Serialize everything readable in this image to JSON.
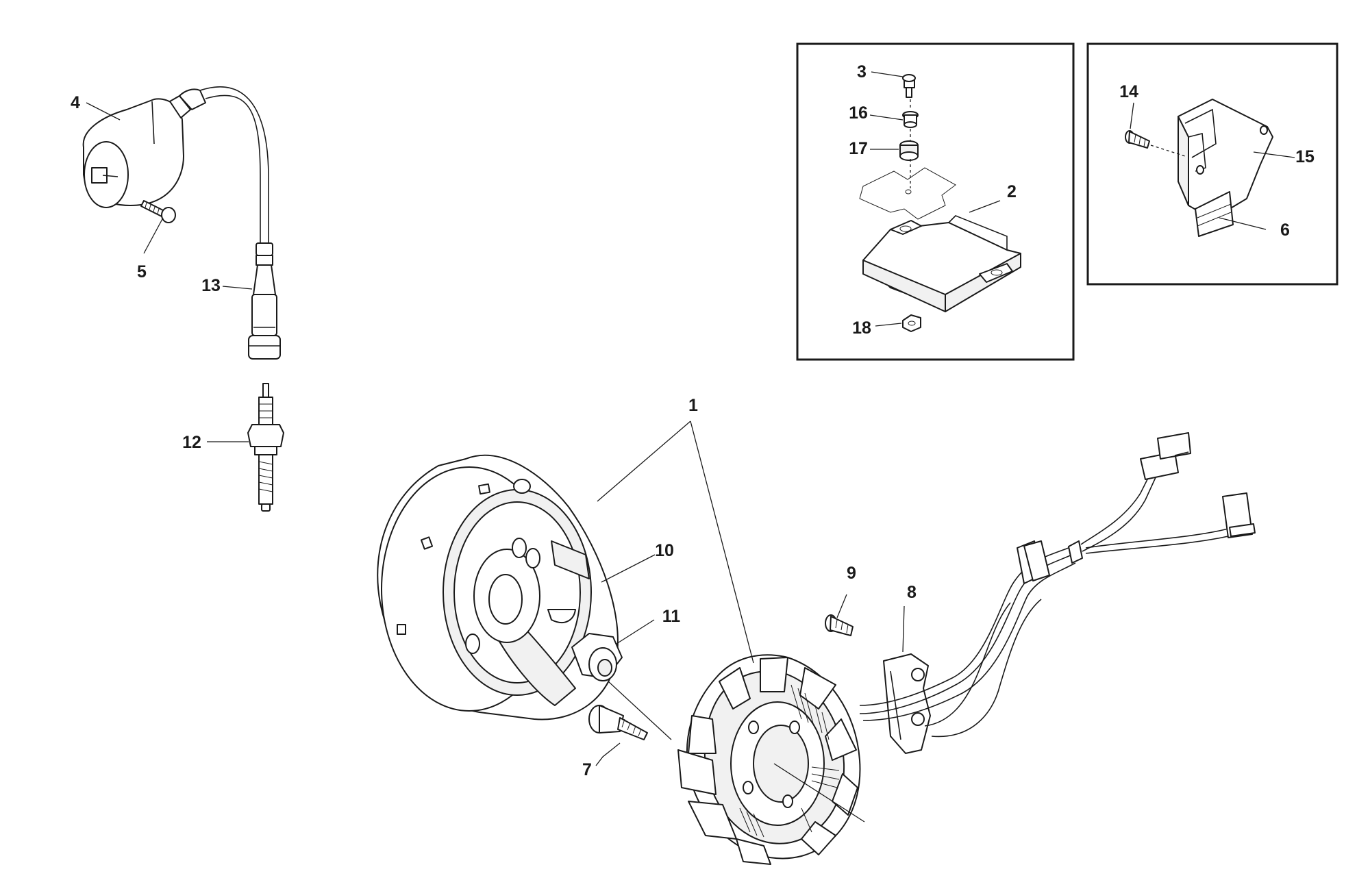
{
  "callouts": {
    "c1": "1",
    "c2": "2",
    "c3": "3",
    "c4": "4",
    "c5": "5",
    "c6": "6",
    "c7": "7",
    "c8": "8",
    "c9": "9",
    "c10": "10",
    "c11": "11",
    "c12": "12",
    "c13": "13",
    "c14": "14",
    "c15": "15",
    "c16": "16",
    "c17": "17",
    "c18": "18"
  },
  "colors": {
    "ink": "#1a1a1a",
    "background": "#ffffff"
  }
}
